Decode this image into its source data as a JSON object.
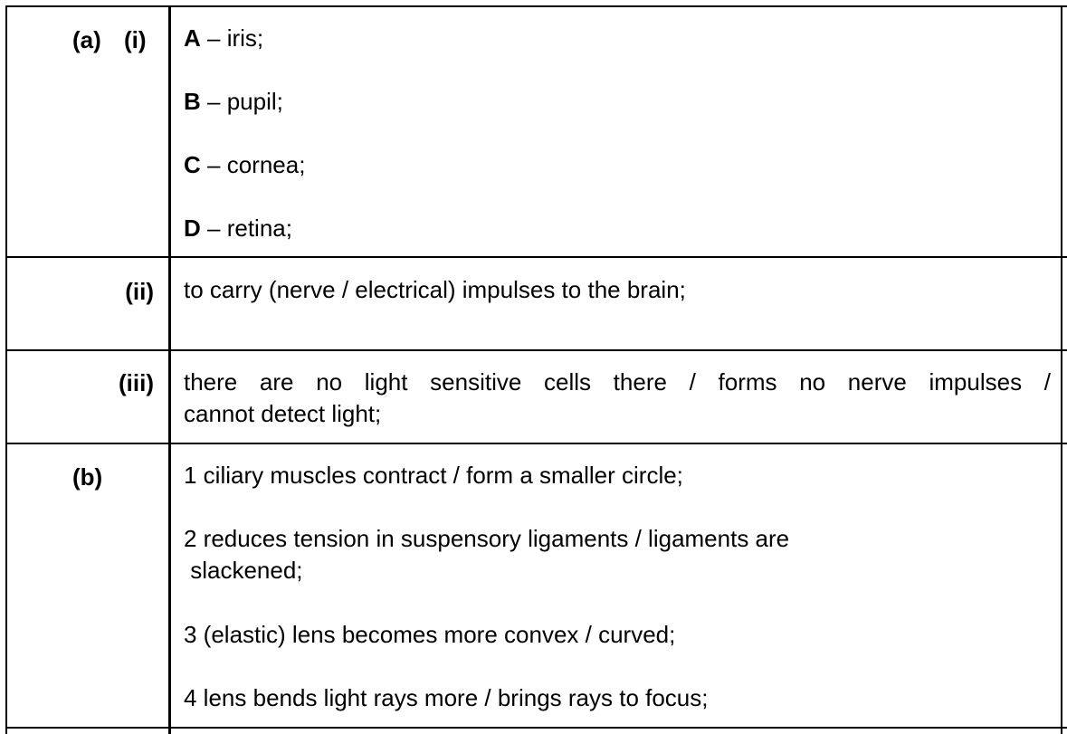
{
  "part_a": {
    "label": "(a)",
    "sub_i": {
      "label": "(i)",
      "answers": [
        {
          "letter": "A",
          "sep": " – ",
          "text": "iris;"
        },
        {
          "letter": "B",
          "sep": " – ",
          "text": "pupil;"
        },
        {
          "letter": "C",
          "sep": " – ",
          "text": "cornea;"
        },
        {
          "letter": "D",
          "sep": " – ",
          "text": "retina;"
        }
      ]
    },
    "sub_ii": {
      "label": "(ii)",
      "answer": "to carry (nerve / electrical) impulses to the brain;"
    },
    "sub_iii": {
      "label": "(iii)",
      "answer_line1": "there are no light sensitive cells there / forms no nerve impulses /",
      "answer_line2": "cannot detect light;"
    }
  },
  "part_b": {
    "label": "(b)",
    "points": [
      {
        "text": "1 ciliary muscles contract / form a smaller circle;"
      },
      {
        "text": "2 reduces tension in suspensory ligaments / ligaments are",
        "cont": " slackened;"
      },
      {
        "text": "3 (elastic) lens becomes more convex / curved;"
      },
      {
        "text": "4 lens bends light rays more / brings rays to focus;"
      }
    ]
  }
}
